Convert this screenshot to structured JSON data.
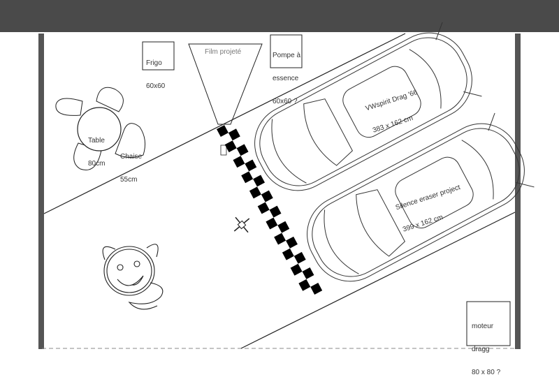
{
  "labels": {
    "fridge": [
      "Frigo",
      "60x60"
    ],
    "film": "Film projeté",
    "pump": [
      "Pompe à",
      "essence",
      "60x60 ?"
    ],
    "table": [
      "Table",
      "80cm"
    ],
    "chair": [
      "Chaise",
      "55cm"
    ],
    "car1": [
      "VWspirit Drag '66",
      "383 x 162 cm"
    ],
    "car2": [
      "Silence eraser project",
      "399 x 162 cm"
    ],
    "motor": [
      "moteur",
      "dragg",
      "80 x 80 ?"
    ]
  },
  "colors": {
    "topbar": "#4a4a4a",
    "wall": "#555555",
    "line": "#222222",
    "checker": "#000000"
  }
}
